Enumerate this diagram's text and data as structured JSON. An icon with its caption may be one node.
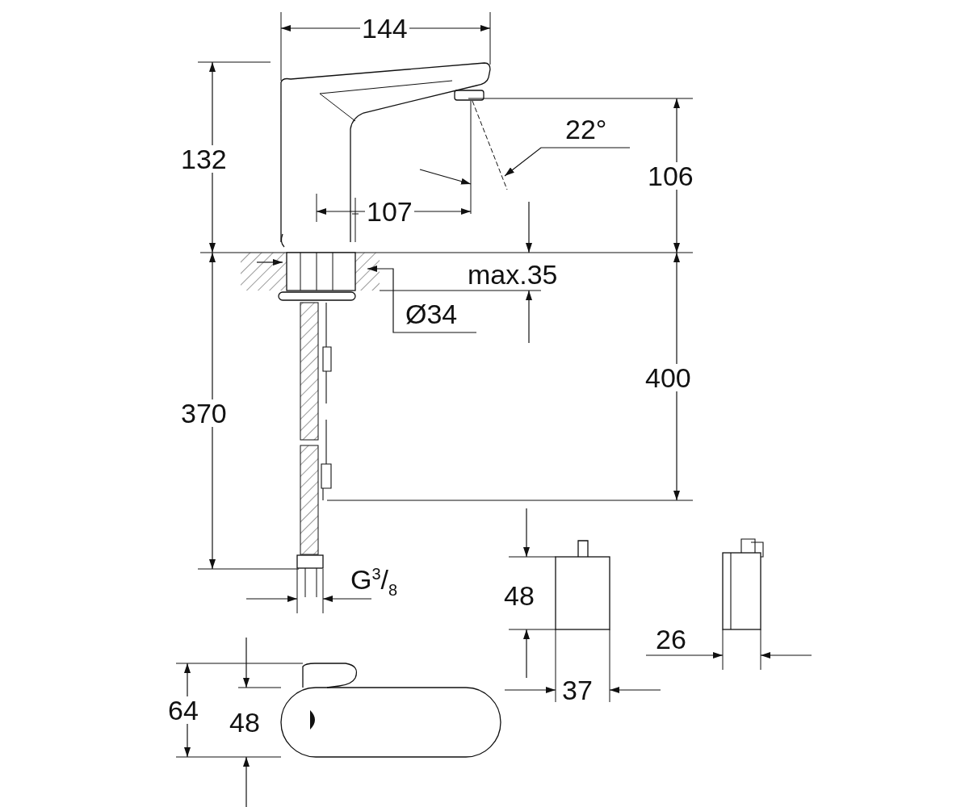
{
  "diagram": {
    "labels": [
      "144",
      "132",
      "22°",
      "106",
      "107",
      "max.35",
      "Ø34",
      "400",
      "370",
      "G$^{3}$/$_{8}$",
      "48",
      "26",
      "37",
      "64",
      "48"
    ]
  }
}
